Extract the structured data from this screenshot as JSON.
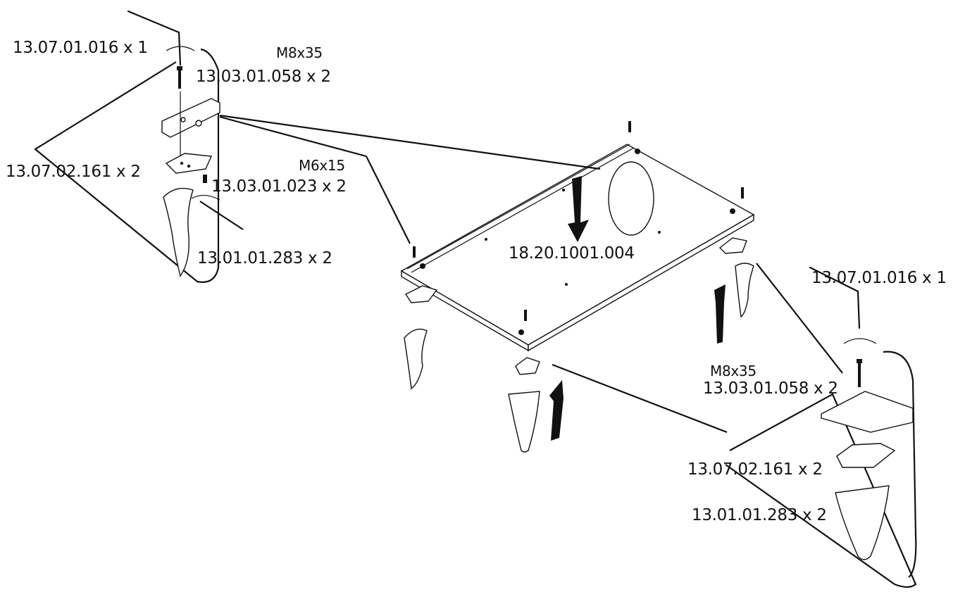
{
  "labels": {
    "tl_key": "13.07.01.016 x 1",
    "tl_screw_spec": "M8x35",
    "tl_screw": "13.03.01.058 x 2",
    "tl_plate": "13.07.02.161 x 2",
    "tl_small_screw_spec": "M6x15",
    "tl_small_screw": "13.03.01.023 x 2",
    "tl_leg": "13.01.01.283 x 2",
    "center_board": "18.20.1001.004",
    "br_key": "13.07.01.016 x 1",
    "br_screw_spec": "M8x35",
    "br_screw": "13.03.01.058 x 2",
    "br_plate": "13.07.02.161 x 2",
    "br_leg": "13.01.01.283 x 2"
  },
  "colors": {
    "ink": "#111111",
    "paper": "#ffffff"
  }
}
